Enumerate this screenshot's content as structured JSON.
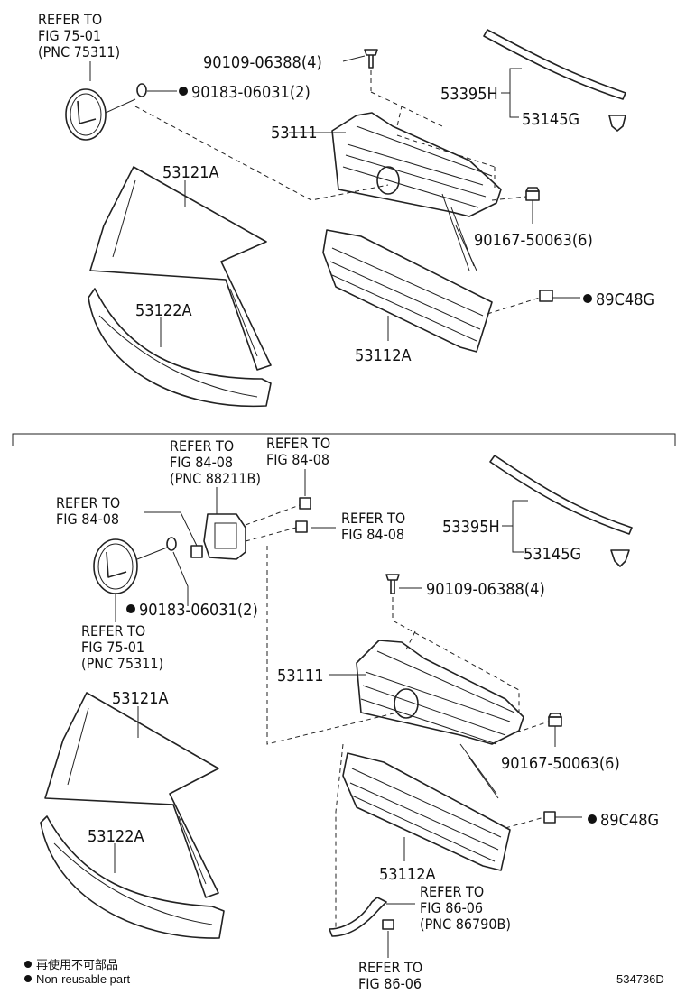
{
  "diagram_id": "534736D",
  "top_view": {
    "refer_emblem": [
      "REFER TO",
      "FIG 75-01",
      "(PNC 75311)"
    ],
    "screw": "90109-06388(4)",
    "clip_nonreusable": "90183-06031(2)",
    "molding_group": "53395H",
    "molding_sub": "53145G",
    "grille": "53111",
    "upper_frame": "53121A",
    "nut": "90167-50063(6)",
    "lower_clip": "89C48G",
    "lower_molding": "53122A",
    "lower_grille": "53112A"
  },
  "bottom_view": {
    "refer_sensor": [
      "REFER TO",
      "FIG 84-08",
      "(PNC 88211B)"
    ],
    "refer_bolt": [
      "REFER TO",
      "FIG 84-08"
    ],
    "refer_bracket": [
      "REFER TO",
      "FIG 84-08"
    ],
    "refer_nut": [
      "REFER TO",
      "FIG 84-08"
    ],
    "molding_group": "53395H",
    "molding_sub": "53145G",
    "clip_nonreusable": "90183-06031(2)",
    "refer_emblem": [
      "REFER TO",
      "FIG 75-01",
      "(PNC 75311)"
    ],
    "screw": "90109-06388(4)",
    "grille": "53111",
    "upper_frame": "53121A",
    "nut": "90167-50063(6)",
    "lower_molding": "53122A",
    "lower_clip": "89C48G",
    "lower_grille": "53112A",
    "refer_harness": [
      "REFER TO",
      "FIG 86-06",
      "(PNC 86790B)"
    ],
    "refer_connector": [
      "REFER TO",
      "FIG 86-06"
    ]
  },
  "legend": {
    "item1": "再使用不可部品",
    "item2": "Non-reusable part"
  },
  "icons": [
    "lexus-emblem-icon",
    "clip-icon",
    "screw-icon",
    "nut-icon",
    "sensor-icon",
    "bullet-dot-icon"
  ]
}
